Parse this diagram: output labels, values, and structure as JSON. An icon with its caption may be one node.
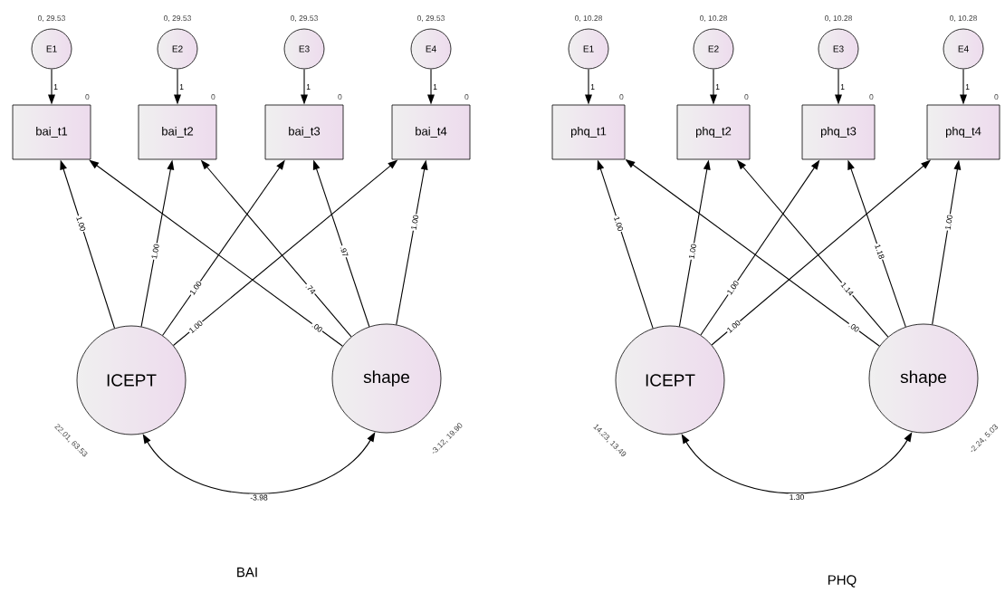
{
  "diagram": {
    "nodes": [
      {
        "text": [
          "E1"
        ],
        "beside": [
          "0, 29.53"
        ]
      },
      {
        "text": [
          "E2"
        ],
        "beside": [
          "0, 29.53"
        ]
      },
      {
        "text": [
          "E3"
        ],
        "beside": [
          "0, 29.53"
        ]
      },
      {
        "text": [
          "E4"
        ],
        "beside": [
          "0, 29.53"
        ]
      },
      {
        "text": [
          "bai_t1"
        ],
        "beside": [
          "0"
        ]
      },
      {
        "text": [
          "bai_t2"
        ],
        "beside": [
          "0"
        ]
      },
      {
        "text": [
          "bai_t3"
        ],
        "beside": [
          "0"
        ]
      },
      {
        "text": [
          "bai_t4"
        ],
        "beside": [
          "0"
        ]
      },
      {
        "text": [
          "ICEPT"
        ],
        "beside": [
          "22.01, 63.53"
        ]
      },
      {
        "text": [
          "shape"
        ],
        "beside": [
          "-3.12, 19.90"
        ]
      },
      {
        "text": [
          "E1"
        ],
        "beside": [
          "0, 10.28"
        ]
      },
      {
        "text": [
          "E2"
        ],
        "beside": [
          "0, 10.28"
        ]
      },
      {
        "text": [
          "E3"
        ],
        "beside": [
          "0, 10.28"
        ]
      },
      {
        "text": [
          "E4"
        ],
        "beside": [
          "0, 10.28"
        ]
      },
      {
        "text": [
          "phq_t1"
        ],
        "beside": [
          "0"
        ]
      },
      {
        "text": [
          "phq_t2"
        ],
        "beside": [
          "0"
        ]
      },
      {
        "text": [
          "phq_t3"
        ],
        "beside": [
          "0"
        ]
      },
      {
        "text": [
          "phq_t4"
        ],
        "beside": [
          "0"
        ]
      },
      {
        "text": [
          "ICEPT"
        ],
        "beside": [
          "14.23, 13.49"
        ]
      },
      {
        "text": [
          "shape"
        ],
        "beside": [
          "-2.24, 5.03"
        ]
      }
    ],
    "edges": [
      {
        "from": 0,
        "to": 4,
        "arrow": "to",
        "label": "1"
      },
      {
        "from": 1,
        "to": 5,
        "arrow": "to",
        "label": "1"
      },
      {
        "from": 2,
        "to": 6,
        "arrow": "to",
        "label": "1"
      },
      {
        "from": 3,
        "to": 7,
        "arrow": "to",
        "label": "1"
      },
      {
        "from": 8,
        "to": 4,
        "arrow": "to",
        "label": "1.00"
      },
      {
        "from": 8,
        "to": 5,
        "arrow": "to",
        "label": "1.00"
      },
      {
        "from": 8,
        "to": 6,
        "arrow": "to",
        "label": "1.00"
      },
      {
        "from": 8,
        "to": 7,
        "arrow": "to",
        "label": "1.00"
      },
      {
        "from": 9,
        "to": 4,
        "arrow": "to",
        "label": ".00"
      },
      {
        "from": 9,
        "to": 5,
        "arrow": "to",
        "label": ".74"
      },
      {
        "from": 9,
        "to": 6,
        "arrow": "to",
        "label": ".97"
      },
      {
        "from": 9,
        "to": 7,
        "arrow": "to",
        "label": "1.00"
      },
      {
        "from": 8,
        "to": 9,
        "arrow": "both",
        "label": "-3.98"
      },
      {
        "from": 10,
        "to": 14,
        "arrow": "to",
        "label": "1"
      },
      {
        "from": 11,
        "to": 15,
        "arrow": "to",
        "label": "1"
      },
      {
        "from": 12,
        "to": 16,
        "arrow": "to",
        "label": "1"
      },
      {
        "from": 13,
        "to": 17,
        "arrow": "to",
        "label": "1"
      },
      {
        "from": 18,
        "to": 14,
        "arrow": "to",
        "label": "1.00"
      },
      {
        "from": 18,
        "to": 15,
        "arrow": "to",
        "label": "1.00"
      },
      {
        "from": 18,
        "to": 16,
        "arrow": "to",
        "label": "1.00"
      },
      {
        "from": 18,
        "to": 17,
        "arrow": "to",
        "label": "1.00"
      },
      {
        "from": 19,
        "to": 14,
        "arrow": "to",
        "label": ".00"
      },
      {
        "from": 19,
        "to": 15,
        "arrow": "to",
        "label": "1.14"
      },
      {
        "from": 19,
        "to": 16,
        "arrow": "to",
        "label": "1.18"
      },
      {
        "from": 19,
        "to": 17,
        "arrow": "to",
        "label": "1.00"
      },
      {
        "from": 18,
        "to": 19,
        "arrow": "both",
        "label": "1.30"
      }
    ],
    "labels": [
      "BAI",
      "PHQ"
    ]
  }
}
